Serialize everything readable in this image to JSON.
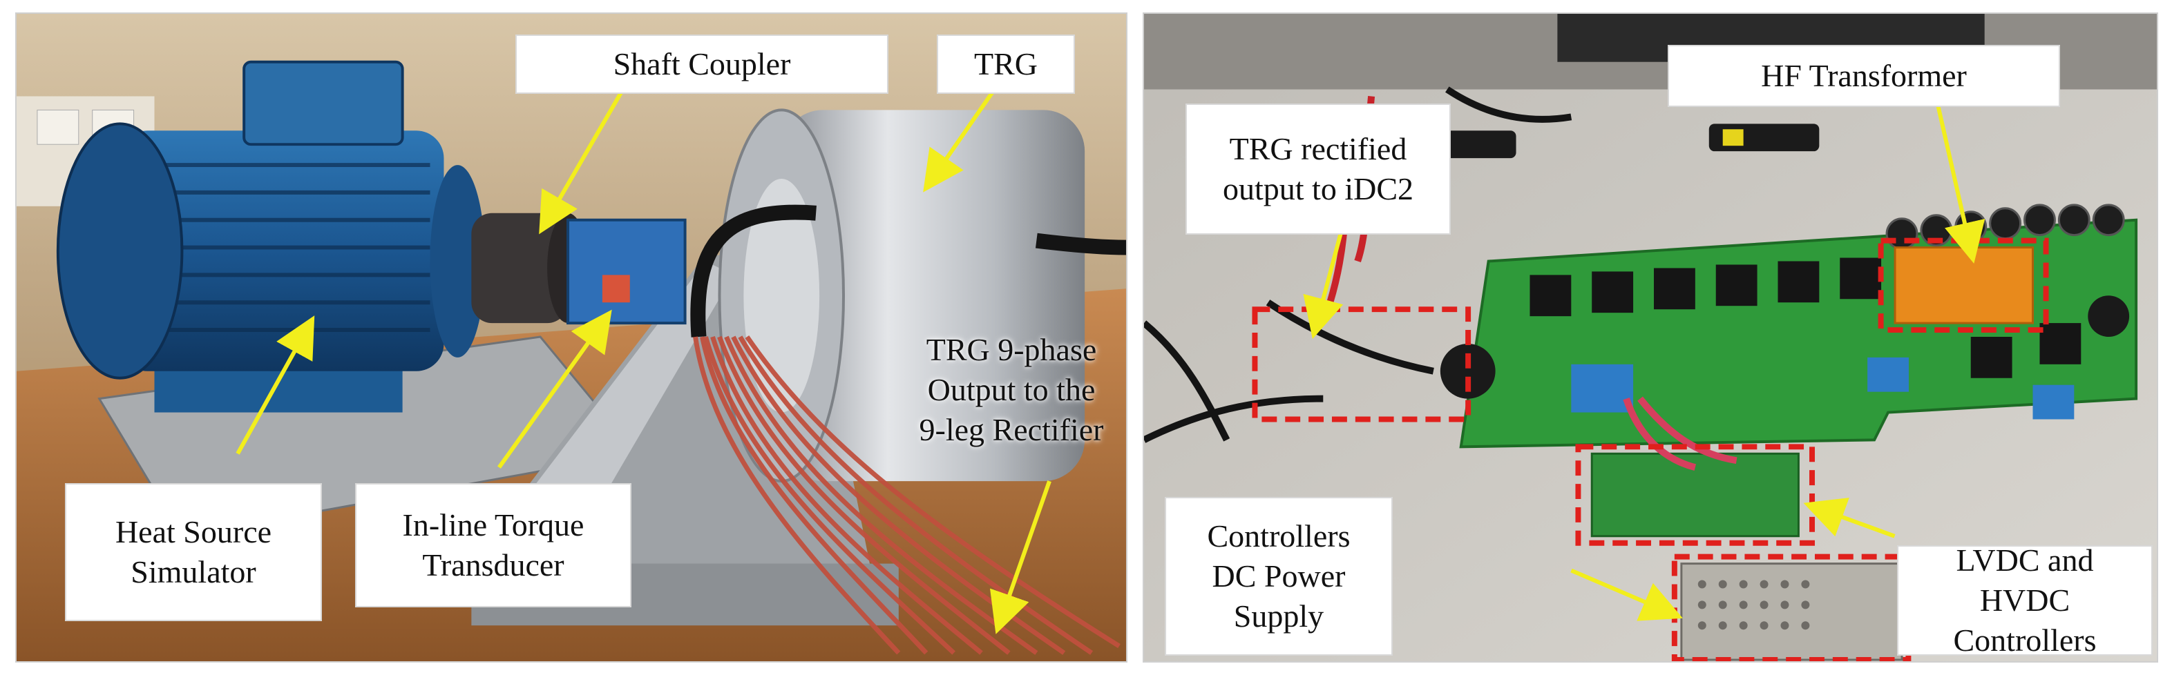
{
  "left_panel": {
    "labels": {
      "shaft_coupler": "Shaft Coupler",
      "trg": "TRG",
      "trg_output": "TRG 9-phase\nOutput to the\n9-leg Rectifier",
      "heat_source": "Heat Source\nSimulator",
      "torque_transducer": "In-line Torque\nTransducer"
    }
  },
  "right_panel": {
    "labels": {
      "trg_rectified": "TRG rectified\noutput to iDC2",
      "hf_transformer": "HF Transformer",
      "controllers_power": "Controllers\nDC Power\nSupply",
      "controllers": "LVDC and HVDC\nControllers"
    }
  },
  "colors": {
    "arrow": "#f2ee1c",
    "highlight_box": "#e0201c",
    "motor_blue": "#1d5b93",
    "pcb_green": "#2f9a3a",
    "aluminum": "#c9ccd0"
  }
}
